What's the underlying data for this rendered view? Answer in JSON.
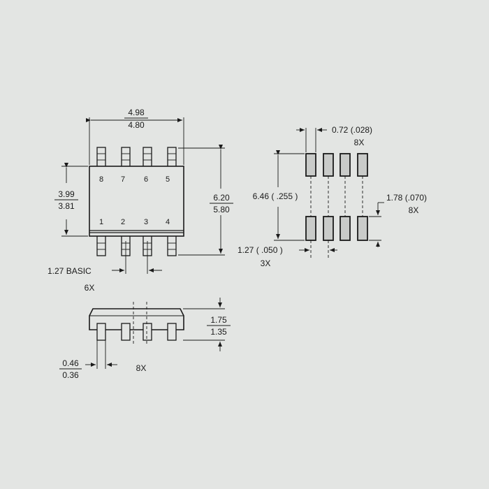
{
  "top_view": {
    "width_max": "4.98",
    "width_min": "4.80",
    "body_height_max": "3.99",
    "body_height_min": "3.81",
    "total_height_max": "6.20",
    "total_height_min": "5.80",
    "pin_labels_top": [
      "8",
      "7",
      "6",
      "5"
    ],
    "pin_labels_bottom": [
      "1",
      "2",
      "3",
      "4"
    ],
    "pitch_label": "1.27 BASIC",
    "pitch_count": "6X"
  },
  "side_view": {
    "height_max": "1.75",
    "height_min": "1.35",
    "lead_width_max": "0.46",
    "lead_width_min": "0.36",
    "lead_count": "8X"
  },
  "footprint": {
    "pad_width": "0.72 (.028)",
    "pad_width_count": "8X",
    "row_span": "6.46 ( .255 )",
    "pad_length": "1.78 (.070)",
    "pad_length_count": "8X",
    "pitch": "1.27 ( .050 )",
    "pitch_count": "3X"
  }
}
